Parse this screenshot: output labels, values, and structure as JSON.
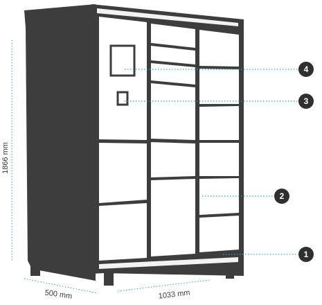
{
  "dimensions": {
    "height_label": "1866 mm",
    "depth_label": "500 mm",
    "width_label": "1033 mm"
  },
  "callouts": [
    {
      "number": "4"
    },
    {
      "number": "3"
    },
    {
      "number": "2"
    },
    {
      "number": "1"
    }
  ],
  "colors": {
    "cabinet": "#3d3d3d",
    "dimension_line": "#2aa6c7",
    "callout_circle": "#2f2f2f",
    "panel": "#ffffff"
  }
}
